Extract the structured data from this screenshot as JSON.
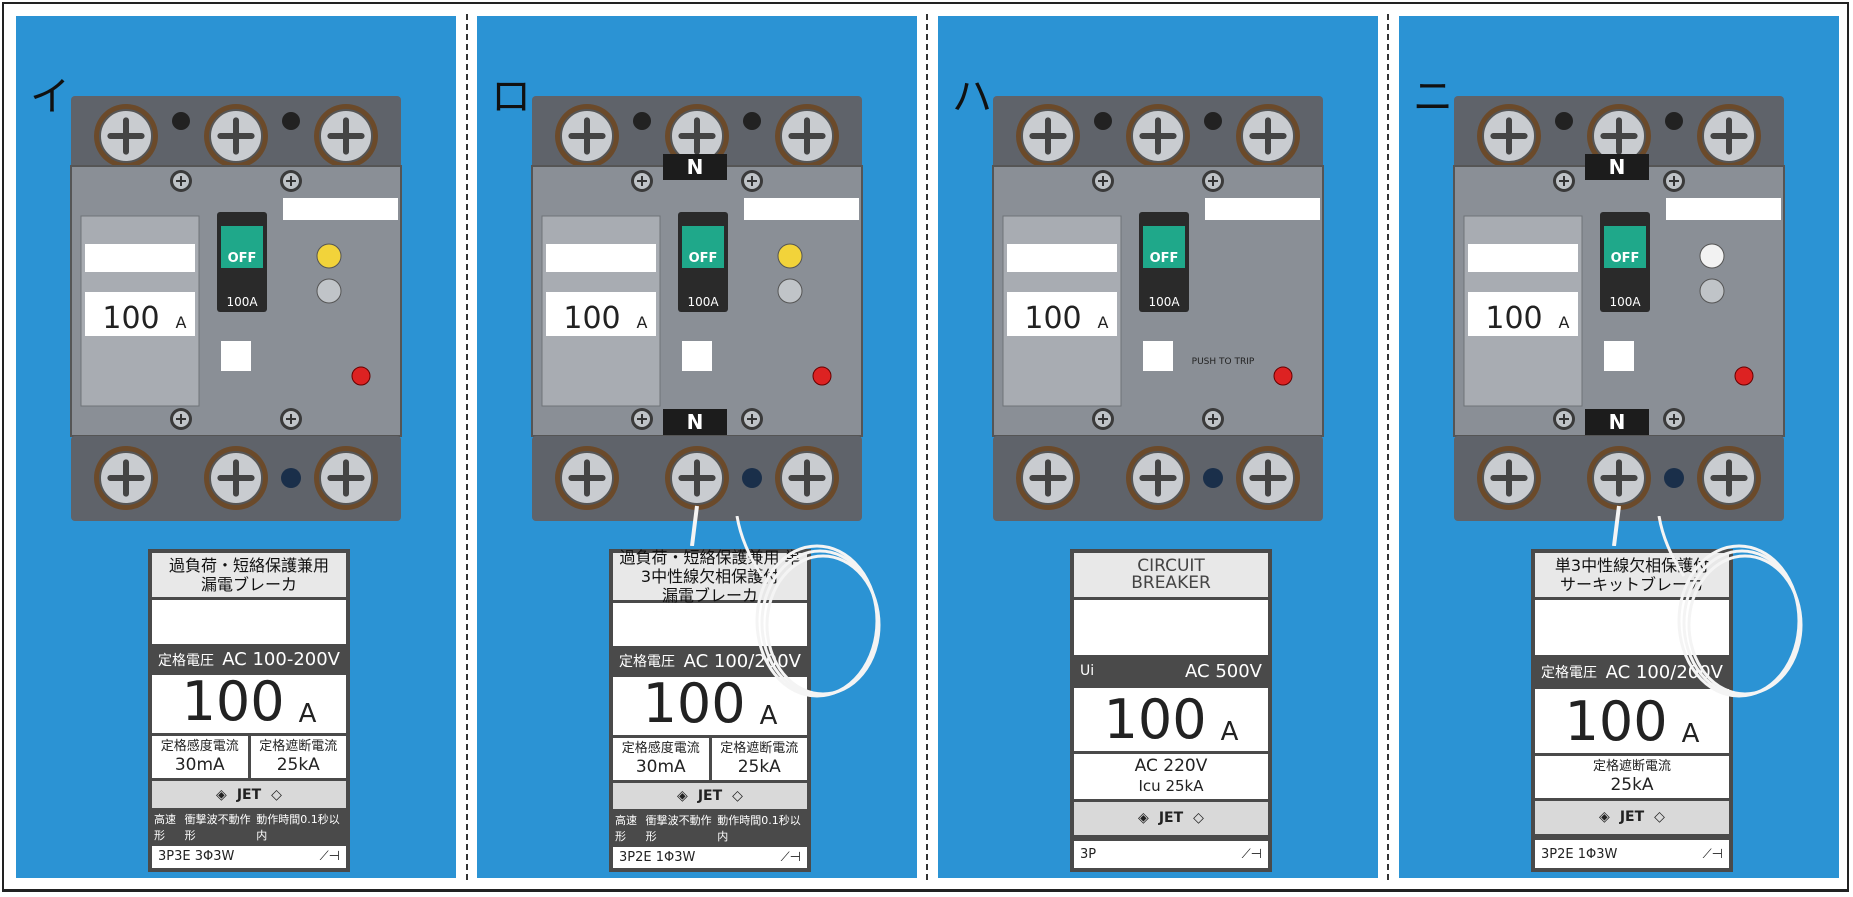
{
  "panels": [
    {
      "label": "イ.",
      "title_lines": [
        "過負荷・短絡保護兼用",
        "漏電ブレーカ"
      ],
      "voltage_key": "定格電圧",
      "voltage": "AC 100-200V",
      "amps": "100",
      "amp_unit": "A",
      "specs": [
        {
          "key": "定格感度電流",
          "value": "30mA"
        },
        {
          "key": "定格遮断電流",
          "value": "25kA"
        }
      ],
      "cert": "JET",
      "notes": [
        "高速形",
        "衝撃波不動作形",
        "動作時間0.1秒以内"
      ],
      "model": "3P3E 3Φ3W",
      "breaker_toggle": "OFF",
      "breaker_rating": "100A",
      "neutral_terminal": ""
    },
    {
      "label": "ロ.",
      "title_lines": [
        "過負荷・短絡保護兼用 単3中性線欠相保護付",
        "漏電ブレーカ"
      ],
      "voltage_key": "定格電圧",
      "voltage": "AC 100/200V",
      "amps": "100",
      "amp_unit": "A",
      "specs": [
        {
          "key": "定格感度電流",
          "value": "30mA"
        },
        {
          "key": "定格遮断電流",
          "value": "25kA"
        }
      ],
      "cert": "JET",
      "notes": [
        "高速形",
        "衝撃波不動作形",
        "動作時間0.1秒以内"
      ],
      "model": "3P2E 1Φ3W",
      "breaker_toggle": "OFF",
      "breaker_rating": "100A",
      "neutral_terminal": "N"
    },
    {
      "label": "ハ.",
      "title_lines": [
        "CIRCUIT",
        "BREAKER"
      ],
      "voltage_key": "Ui",
      "voltage": "AC 500V",
      "amps": "100",
      "amp_unit": "A",
      "specs": [
        {
          "key": "AC 220V",
          "value": "Icu 25kA"
        }
      ],
      "cert": "JET",
      "notes": [],
      "model": "3P",
      "breaker_toggle": "OFF",
      "breaker_rating": "100A",
      "neutral_terminal": "",
      "push_to_trip": "PUSH TO TRIP"
    },
    {
      "label": "ニ.",
      "title_lines": [
        "単3中性線欠相保護付",
        "サーキットブレーカ"
      ],
      "voltage_key": "定格電圧",
      "voltage": "AC 100/200V",
      "amps": "100",
      "amp_unit": "A",
      "specs": [
        {
          "key": "定格遮断電流",
          "value": "25kA"
        }
      ],
      "cert": "JET",
      "notes": [],
      "model": "3P2E 1Φ3W",
      "breaker_toggle": "OFF",
      "breaker_rating": "100A",
      "neutral_terminal": "N"
    }
  ],
  "colors": {
    "panel_bg": "#2b93d4",
    "breaker_body": "#8a8f96",
    "toggle": "#1fa88a",
    "label_dark": "#4a4a4a"
  }
}
